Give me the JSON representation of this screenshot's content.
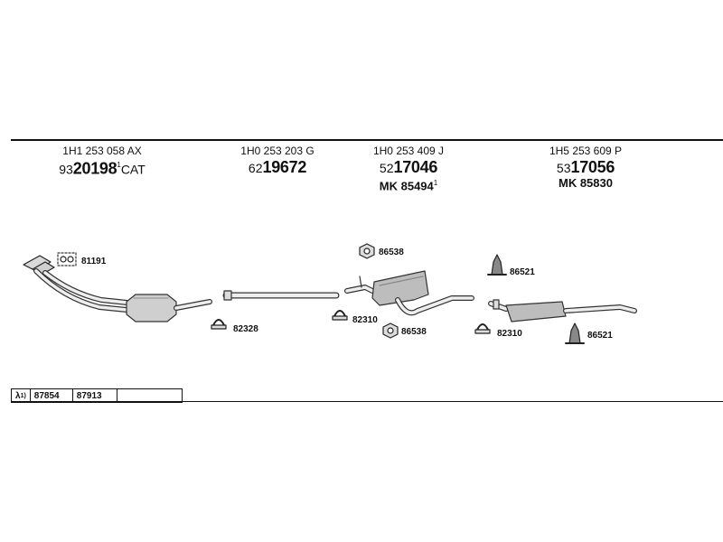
{
  "groups": [
    {
      "oem": "1H1 253 058 AX",
      "pn_prefix": "93",
      "pn_main": "20198",
      "pn_sup": "1",
      "pn_suffix": "CAT",
      "mk": ""
    },
    {
      "oem": "1H0 253 203 G",
      "pn_prefix": "62",
      "pn_main": "19672",
      "pn_sup": "",
      "pn_suffix": "",
      "mk": ""
    },
    {
      "oem": "1H0 253 409 J",
      "pn_prefix": "52",
      "pn_main": "17046",
      "pn_sup": "",
      "pn_suffix": "",
      "mk": "MK  85494",
      "mk_sup": "1"
    },
    {
      "oem": "1H5 253 609 P",
      "pn_prefix": "53",
      "pn_main": "17056",
      "pn_sup": "",
      "pn_suffix": "",
      "mk": "MK  85830"
    }
  ],
  "parts": {
    "gasket": "81191",
    "clamp_a": "82328",
    "clamp_b": "82310",
    "clamp_c": "82310",
    "ring_top": "86538",
    "ring_bottom": "86538",
    "hanger_a": "86521",
    "hanger_b": "86521"
  },
  "footer": {
    "symbol": "λ",
    "symbol_sup": "1)",
    "cell1": "87854",
    "cell2": "87913"
  }
}
